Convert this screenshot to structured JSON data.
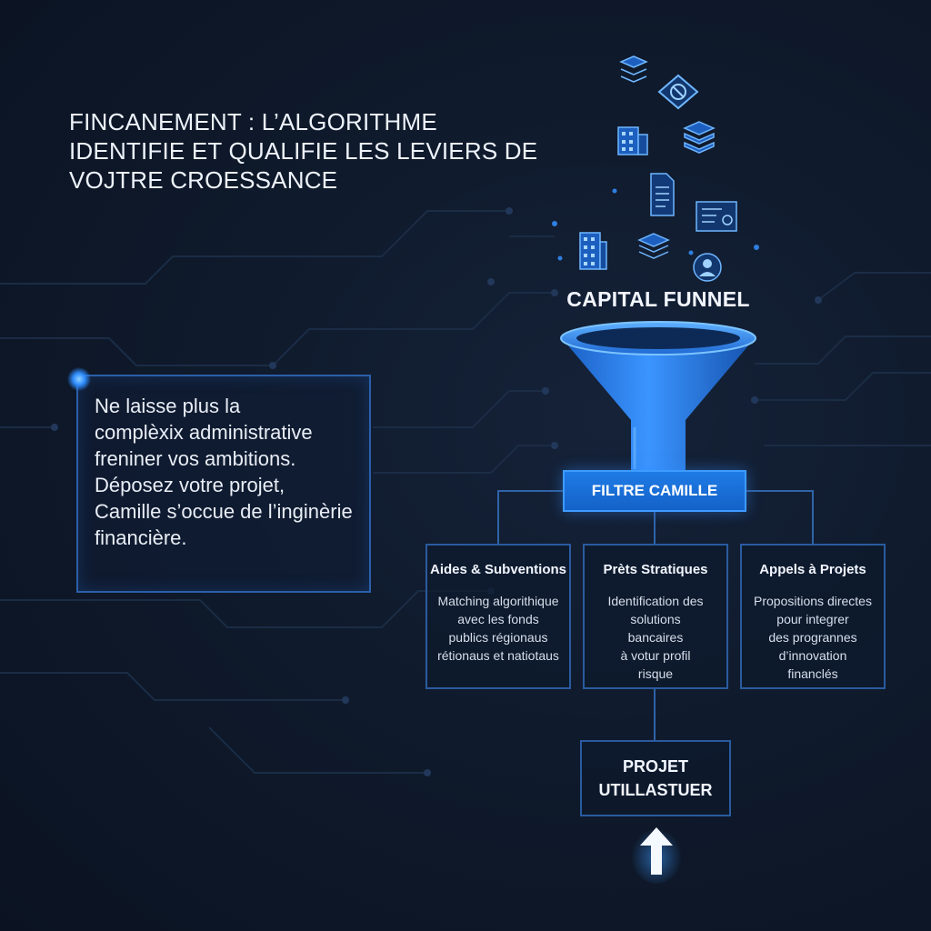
{
  "title_lines": [
    "FINCANEMENT : L’ALGORITHME",
    "IDENTIFIE ET QUALIFIE LES LEVIERS DE",
    "VOJTRE CROESSANCE"
  ],
  "intro_lines": [
    "Ne laisse plus la",
    "complèxix administrative",
    "freniner vos ambitions.",
    "Déposez votre projet,",
    "Camille s’occue de l’inginèrie",
    "financière."
  ],
  "funnel": {
    "title": "CAPITAL FUNNEL",
    "filter_label": "FILTRE CAMILLE"
  },
  "cards": [
    {
      "title": "Aides & Subventions",
      "body": [
        "Matching algorithique",
        "avec les fonds",
        "publics régionaus",
        "rétionaus et natiotaus"
      ]
    },
    {
      "title": "Prèts Stratiques",
      "body": [
        "Identification des",
        "solutions",
        "bancaires",
        "à votur profil",
        "risque"
      ]
    },
    {
      "title": "Appels à Projets",
      "body": [
        "Propositions directes",
        "pour integrer",
        "des progrannes",
        "d’innovation",
        "financlés"
      ]
    }
  ],
  "project": {
    "line1": "PROJET",
    "line2": "UTILLASTUER"
  },
  "icons": [
    "stack-icon",
    "no-entry-tag-icon",
    "building-icon",
    "coin-stack-icon",
    "document-icon",
    "certificate-icon",
    "building-icon",
    "stack-icon",
    "person-badge-icon"
  ],
  "colors": {
    "background": "#0f1a2c",
    "accent": "#1f7be6",
    "border": "#2a5b9f",
    "text": "#eef3fb"
  }
}
